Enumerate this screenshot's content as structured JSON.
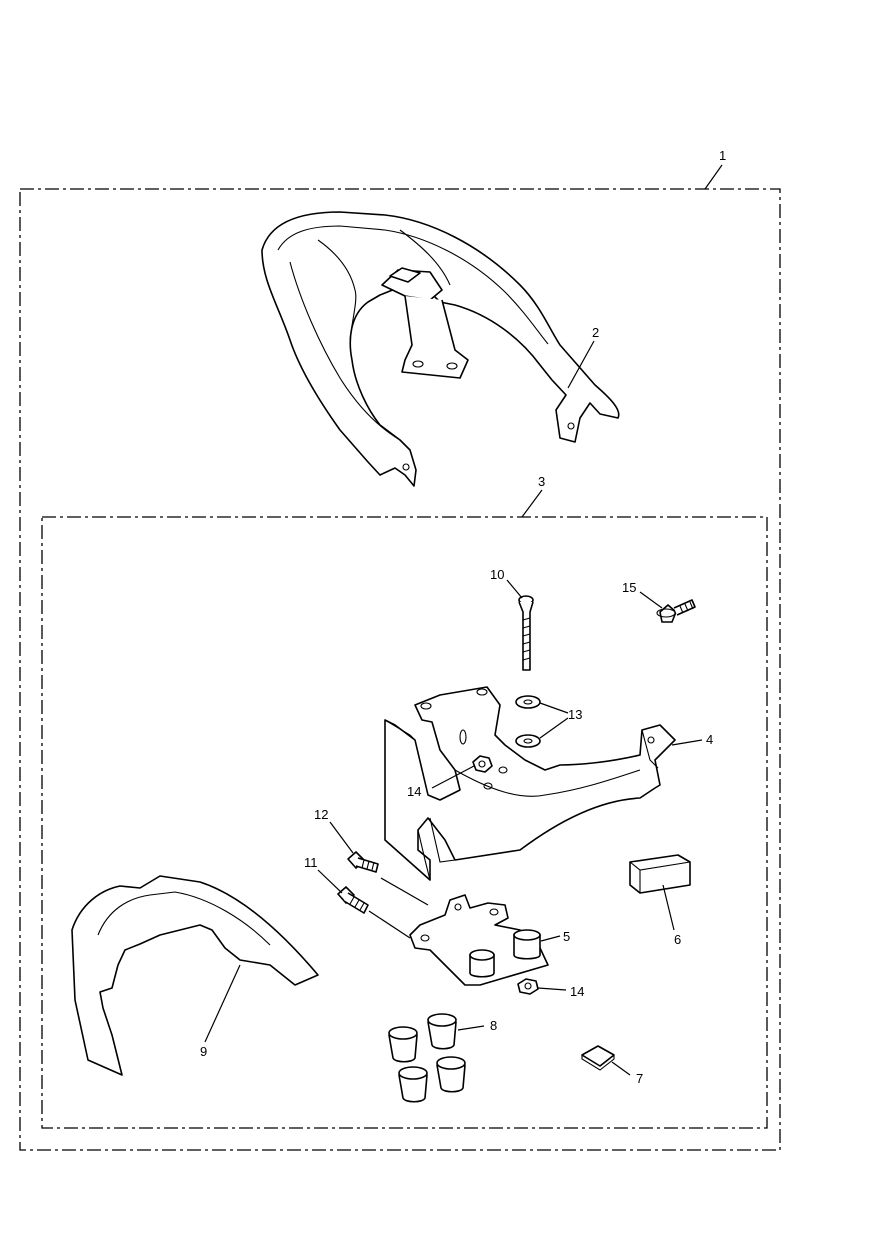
{
  "callouts": {
    "c1": "1",
    "c2": "2",
    "c3": "3",
    "c4": "4",
    "c5": "5",
    "c6": "6",
    "c7": "7",
    "c8": "8",
    "c9": "9",
    "c10": "10",
    "c11": "11",
    "c12": "12",
    "c13": "13",
    "c14a": "14",
    "c14b": "14",
    "c15": "15"
  },
  "colors": {
    "line": "#000000",
    "background": "#ffffff"
  },
  "parts": [
    "rack-frame",
    "mounting-bracket",
    "adaptor-plate",
    "rubber-block",
    "small-pad",
    "spacers",
    "mudguard-cover",
    "countersunk-screw",
    "bolts",
    "washers",
    "nyloc-nuts",
    "flange-bolt"
  ]
}
